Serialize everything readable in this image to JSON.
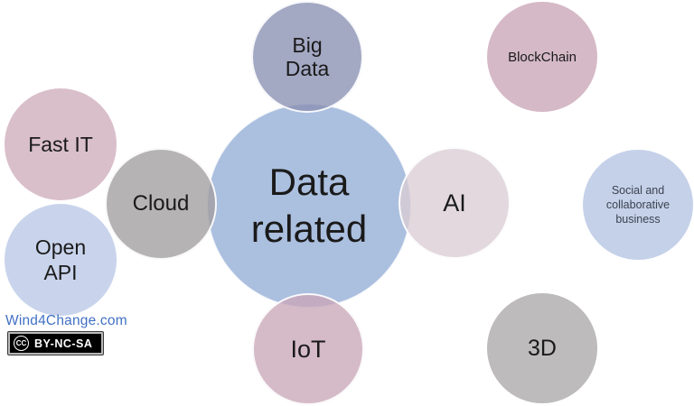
{
  "circles": {
    "center": {
      "lines": [
        "Data",
        "related"
      ],
      "fill": "#abbfdf"
    },
    "big_data": {
      "lines": [
        "Big",
        "Data"
      ],
      "fill": "rgba(137,143,178,0.78)"
    },
    "cloud": {
      "lines": [
        "Cloud"
      ],
      "fill": "rgba(161,158,160,0.78)"
    },
    "ai": {
      "lines": [
        "AI"
      ],
      "fill": "rgba(218,205,213,0.78)"
    },
    "iot": {
      "lines": [
        "IoT"
      ],
      "fill": "rgba(201,167,185,0.78)"
    },
    "fast_it": {
      "lines": [
        "Fast IT"
      ],
      "fill": "#d9bfca"
    },
    "open_api": {
      "lines": [
        "Open",
        "API"
      ],
      "fill": "#c9d4ec"
    },
    "blockchain": {
      "lines": [
        "BlockChain"
      ],
      "fill": "#d5b9c6"
    },
    "social": {
      "lines": [
        "Social and",
        "collaborative",
        "business"
      ],
      "fill": "#c5d1e9"
    },
    "three_d": {
      "lines": [
        "3D"
      ],
      "fill": "#bdbbbc"
    }
  },
  "watermark": {
    "site": "Wind4Change.com",
    "site_color": "#4170c4",
    "cc_logo": "CC",
    "license": "BY-NC-SA"
  }
}
